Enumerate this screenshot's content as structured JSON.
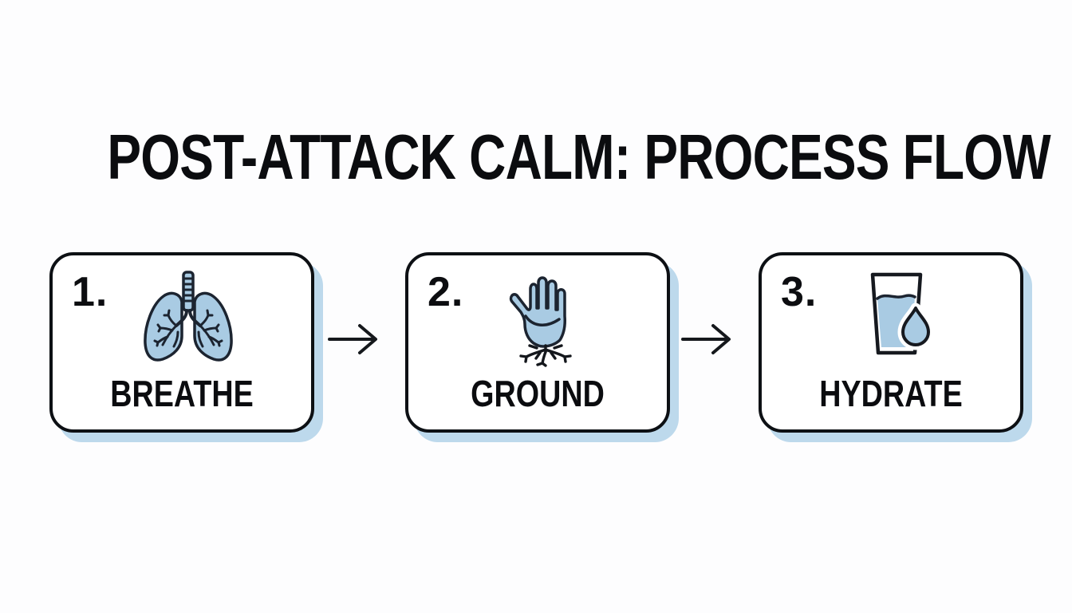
{
  "title": "POST-ATTACK CALM: PROCESS FLOW",
  "steps": [
    {
      "number": "1.",
      "label": "BREATHE",
      "icon": "lungs-icon"
    },
    {
      "number": "2.",
      "label": "GROUND",
      "icon": "hand-roots-icon"
    },
    {
      "number": "3.",
      "label": "HYDRATE",
      "icon": "water-glass-icon"
    }
  ],
  "connectors": [
    {
      "from": "BREATHE",
      "to": "GROUND",
      "glyph": "right-arrow"
    },
    {
      "from": "GROUND",
      "to": "HYDRATE",
      "glyph": "right-arrow"
    }
  ],
  "colors": {
    "background": "#fdfdfe",
    "box_fill": "#ffffff",
    "box_border": "#0d1014",
    "box_shadow": "#bdd9ec",
    "icon_fill": "#a9cbe3",
    "icon_outline": "#1c2430",
    "text": "#0b0c0f",
    "arrow": "#15181c"
  }
}
